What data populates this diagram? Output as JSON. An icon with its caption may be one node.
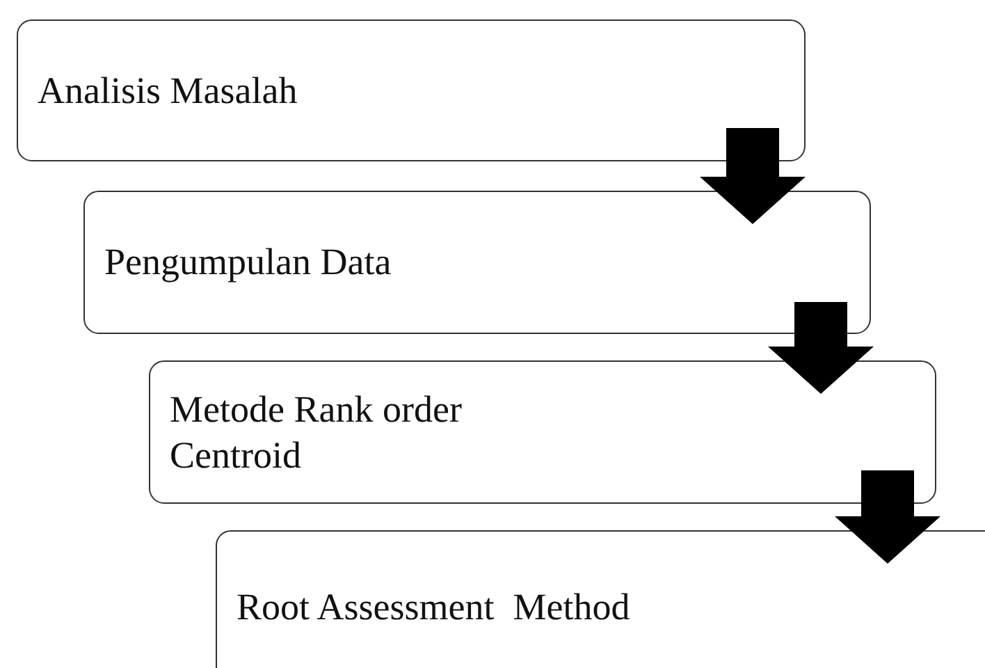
{
  "diagram": {
    "nodes": [
      {
        "text": [
          "Analisis Masalah"
        ]
      },
      {
        "text": [
          "Pengumpulan Data"
        ]
      },
      {
        "text": [
          "Metode Rank order Centroid"
        ]
      },
      {
        "text": [
          "Root Assessment  Method"
        ]
      }
    ],
    "edges": [
      {
        "from": 0,
        "to": 1,
        "arrow": "to"
      },
      {
        "from": 1,
        "to": 2,
        "arrow": "to"
      },
      {
        "from": 2,
        "to": 3,
        "arrow": "to"
      }
    ]
  }
}
